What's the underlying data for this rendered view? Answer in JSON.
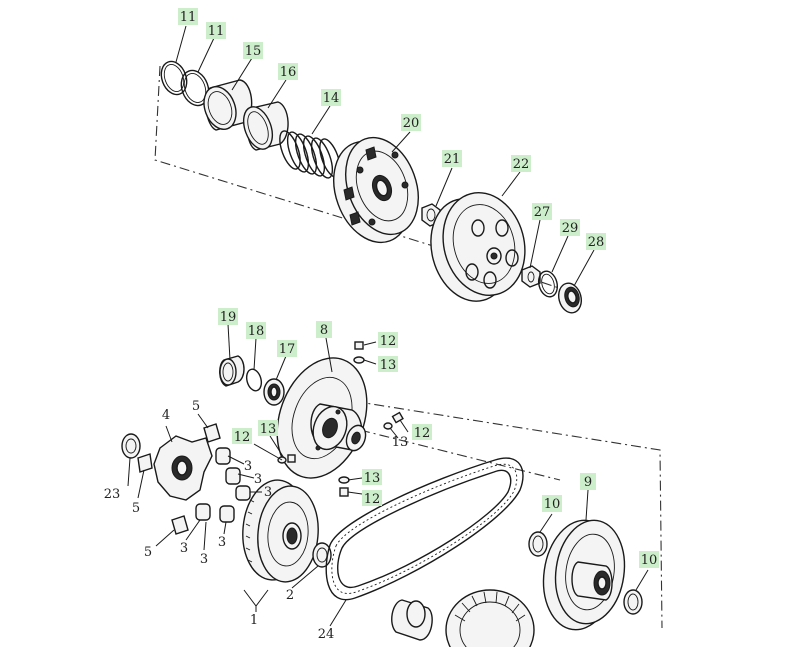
{
  "callouts": {
    "c11a": "11",
    "c11b": "11",
    "c15": "15",
    "c16": "16",
    "c14": "14",
    "c20": "20",
    "c21": "21",
    "c22": "22",
    "c27": "27",
    "c29": "29",
    "c28": "28",
    "c19": "19",
    "c18": "18",
    "c17": "17",
    "c8": "8",
    "c12a": "12",
    "c13a": "13",
    "c13b": "13",
    "c12b": "12",
    "c13c": "13",
    "c12c": "12",
    "c13d": "13",
    "c12d": "12",
    "c4": "4",
    "c5a": "5",
    "c3a": "3",
    "c3b": "3",
    "c3c": "3",
    "c23": "23",
    "c5b": "5",
    "c5c": "5",
    "c3d": "3",
    "c3e": "3",
    "c2": "2",
    "c1": "1",
    "c24": "24",
    "c10a": "10",
    "c9": "9",
    "c10b": "10"
  },
  "colors": {
    "label_highlight": "#cdeecb",
    "line": "#1a1a1a"
  }
}
